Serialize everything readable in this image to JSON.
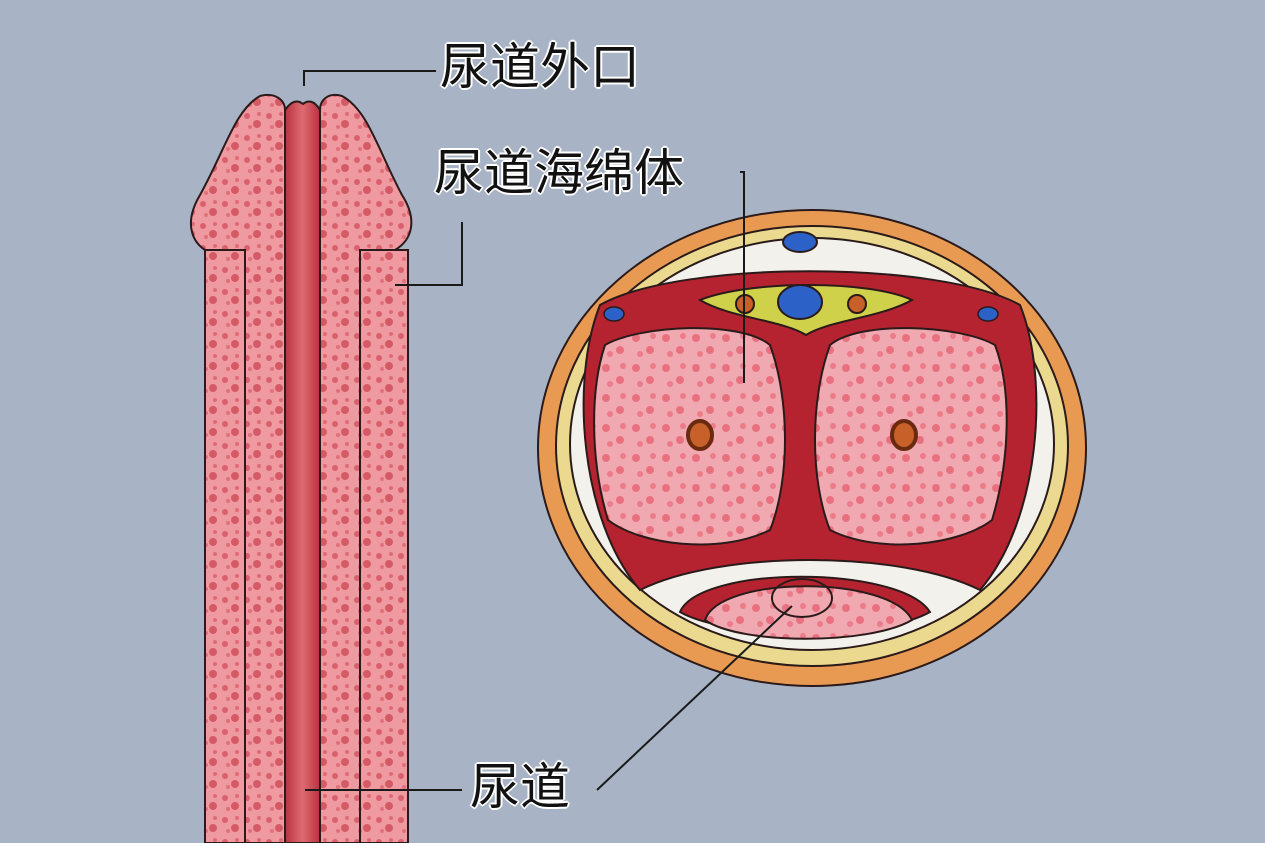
{
  "diagram": {
    "background_color": "#a8b4c6",
    "labels": [
      {
        "id": "external_urethral_orifice",
        "text": "尿道外口"
      },
      {
        "id": "corpus_spongiosum",
        "text": "尿道海绵体"
      },
      {
        "id": "urethra",
        "text": "尿道"
      }
    ],
    "views": [
      {
        "name": "longitudinal-section",
        "position": "left"
      },
      {
        "name": "cross-section",
        "position": "right"
      }
    ],
    "colors": {
      "urethra_red": "#c8414e",
      "spongy_pink": "#ef9aa0",
      "tunica_red": "#b62330",
      "skin_orange": "#e99a52",
      "fascia_yellow": "#ead98f",
      "vein_blue": "#2c62c8",
      "artery_brown": "#a04a1c"
    }
  }
}
